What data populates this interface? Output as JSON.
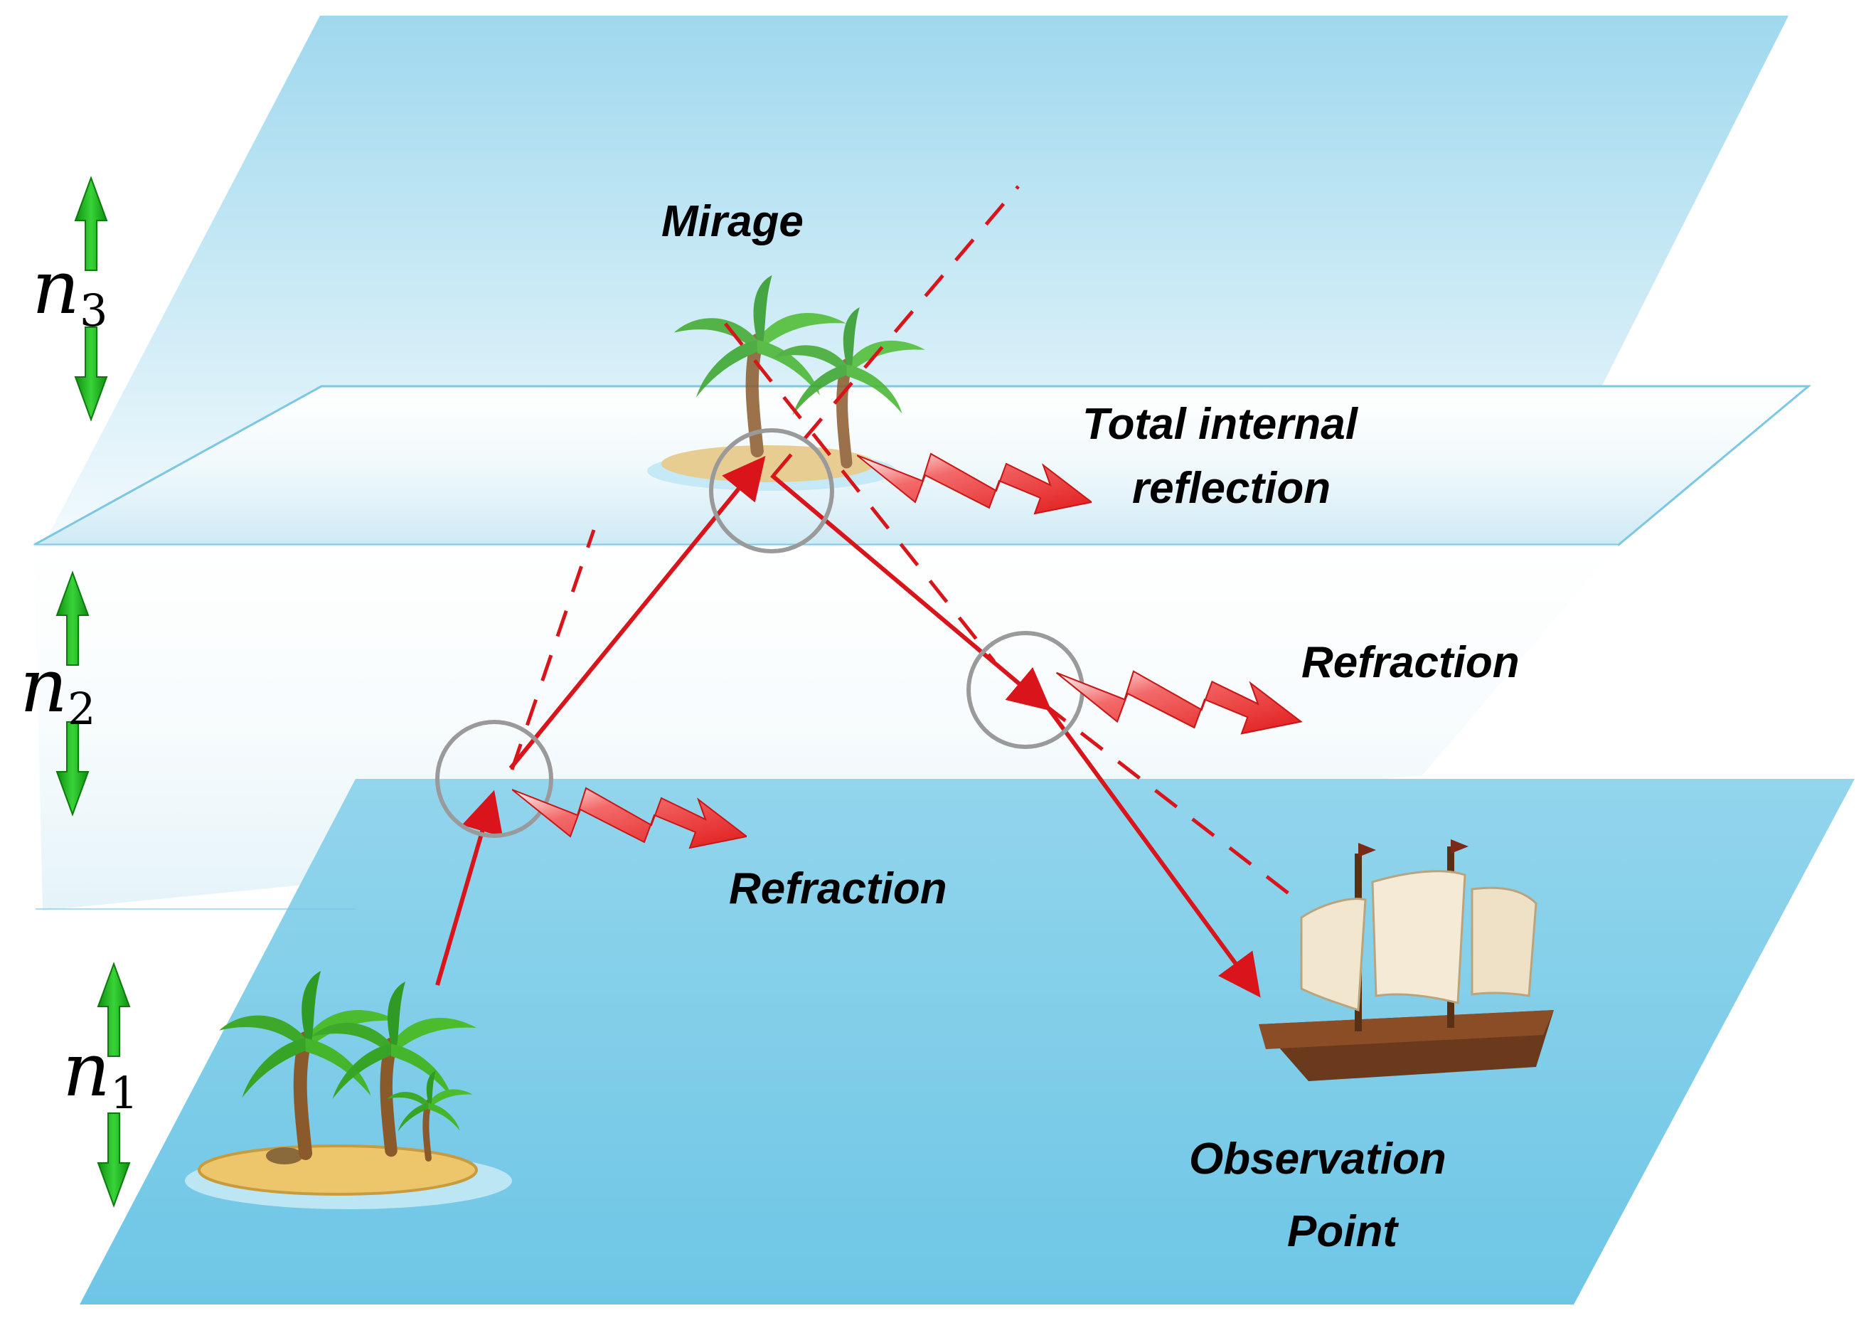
{
  "labels": {
    "mirage": "Mirage",
    "tir_line1": "Total internal",
    "tir_line2": "reflection",
    "refraction_upper": "Refraction",
    "refraction_lower": "Refraction",
    "observation_line1": "Observation",
    "observation_line2": "Point"
  },
  "indices": {
    "n3": {
      "base": "n",
      "sub": "3"
    },
    "n2": {
      "base": "n",
      "sub": "2"
    },
    "n1": {
      "base": "n",
      "sub": "1"
    }
  },
  "colors": {
    "layer_top": "#a9ddef",
    "layer_mid": "#dff2f9",
    "layer_bottom": "#7fcde8",
    "ray": "#d9141b",
    "zigzag_arrow": "#ea2a2a",
    "double_arrow": "#1fbf1f",
    "circle": "#9a9a9a"
  },
  "icons": [
    "palm-island-icon",
    "mirage-island-icon",
    "sailing-ship-icon"
  ]
}
